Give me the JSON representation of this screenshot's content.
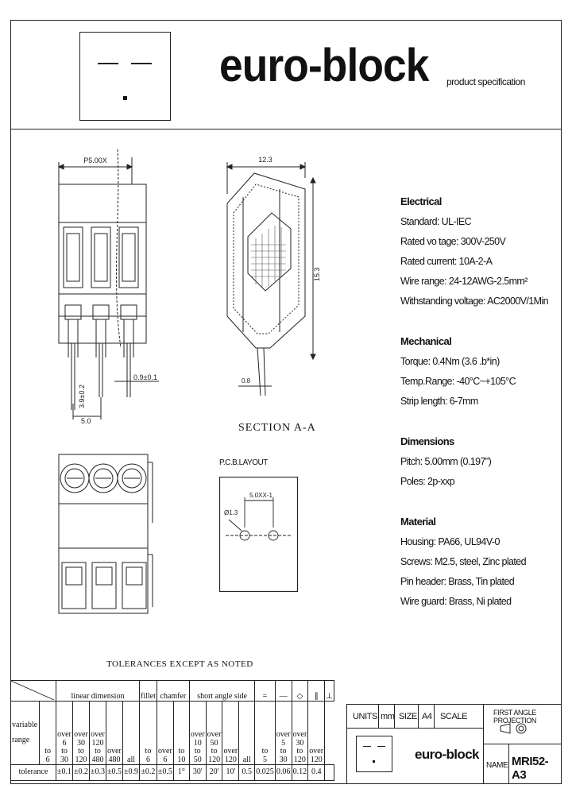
{
  "header": {
    "brand": "euro-block",
    "subtitle": "product specification"
  },
  "drawing": {
    "dim_pitch": "P5.00X",
    "dim_width": "12.3",
    "dim_height": "15.3",
    "dim_pin_len": "3.9±0.2",
    "dim_pin_size": "0.9±0.1",
    "dim_pitch2": "5.0",
    "dim_pin_small": "0.8",
    "section_label": "SECTION A-A",
    "pcb_title": "P.C.B.LAYOUT",
    "pcb_pitch": "5.0XX-1",
    "pcb_hole": "Ø1.3"
  },
  "specs": {
    "electrical": {
      "heading": "Electrical",
      "lines": [
        "Standard: UL-IEC",
        "Rated vo tage: 300V-250V",
        "Rated current: 10A-2-A",
        "Wire range: 24-12AWG-2.5mm²",
        "Withstanding voltage: AC2000V/1Min"
      ]
    },
    "mechanical": {
      "heading": "Mechanical",
      "lines": [
        "Torque: 0.4Nm (3.6 .b*in)",
        "Temp.Range: -40°C~+105°C",
        "Strip length: 6-7mm"
      ]
    },
    "dimensions": {
      "heading": "Dimensions",
      "lines": [
        "Pitch: 5.00mm (0.197\")",
        "Poles: 2p-xxp"
      ]
    },
    "material": {
      "heading": "Material",
      "lines": [
        "Housing: PA66, UL94V-0",
        "Screws: M2.5, steel, Zinc plated",
        "Pin header: Brass, Tin plated",
        "Wire guard: Brass, Ni plated"
      ]
    }
  },
  "tolerances": {
    "title": "TOLERANCES EXCEPT AS NOTED",
    "group_headers": [
      "linear dimension",
      "fillet",
      "chamfer",
      "short angle side",
      "=",
      "—",
      "◇",
      "∥",
      "⊥"
    ],
    "row_label_range": [
      "variable",
      "range"
    ],
    "row_label_tol": "tolerance",
    "range_cols": [
      [
        "",
        "to",
        "6"
      ],
      [
        "over",
        "6",
        "to",
        "30"
      ],
      [
        "over",
        "30",
        "to",
        "120"
      ],
      [
        "over",
        "120",
        "to",
        "480"
      ],
      [
        "over",
        "480"
      ],
      [
        "all"
      ],
      [
        "",
        "to",
        "6"
      ],
      [
        "over",
        "6"
      ],
      [
        "",
        "to",
        "10"
      ],
      [
        "over",
        "10",
        "to",
        "50"
      ],
      [
        "over",
        "50",
        "to",
        "120"
      ],
      [
        "over",
        "120"
      ],
      [
        "all"
      ],
      [
        "",
        "to",
        "5"
      ],
      [
        "over",
        "5",
        "to",
        "30"
      ],
      [
        "over",
        "30",
        "to",
        "120"
      ],
      [
        "over",
        "120"
      ]
    ],
    "tol_values": [
      "±0.1",
      "±0.2",
      "±0.3",
      "±0.5",
      "±0.9",
      "±0.2",
      "±0.5",
      "1°",
      "30'",
      "20'",
      "10'",
      "0.5",
      "0.025",
      "0.06",
      "0.12",
      "0.4"
    ]
  },
  "title_block": {
    "units_label": "UNITS",
    "units_value": "mm",
    "size_label": "SIZE",
    "size_value": "A4",
    "scale_label": "SCALE",
    "projection": "FIRST ANGLE PROJECTION",
    "brand": "euro-block",
    "name_label": "NAME",
    "name_value": "MRI52-A3"
  }
}
